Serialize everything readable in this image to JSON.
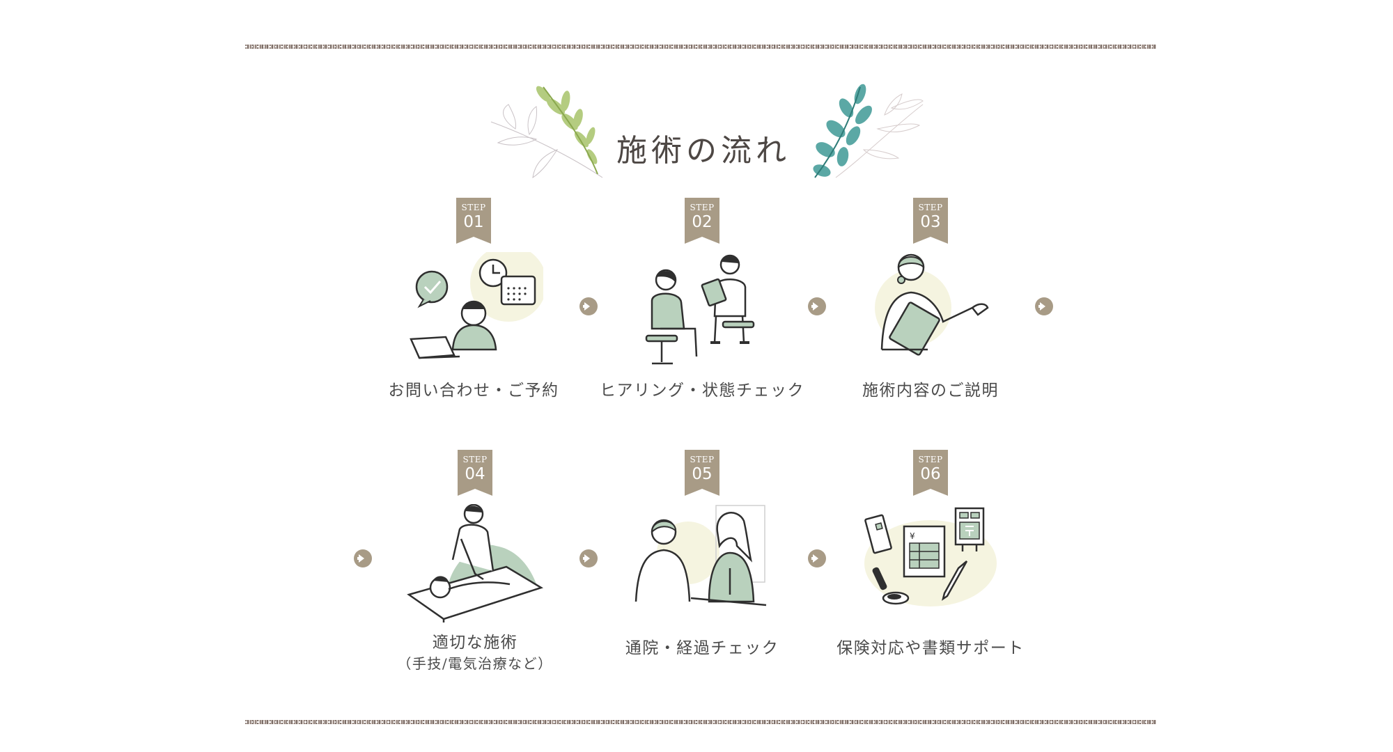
{
  "section": {
    "title": "施術の流れ"
  },
  "colors": {
    "badge": "#a89b86",
    "accent_green": "#b9d1bd",
    "line": "#2f2f2f",
    "text": "#4a4a4a"
  },
  "steps": [
    {
      "label": "STEP",
      "number": "01",
      "caption": "お問い合わせ・ご予約",
      "icon": "contact-reservation-illustration"
    },
    {
      "label": "STEP",
      "number": "02",
      "caption": "ヒアリング・状態チェック",
      "icon": "hearing-illustration"
    },
    {
      "label": "STEP",
      "number": "03",
      "caption": "施術内容のご説明",
      "icon": "explanation-illustration"
    },
    {
      "label": "STEP",
      "number": "04",
      "caption": "適切な施術",
      "sub": "（手技/電気治療など）",
      "icon": "treatment-illustration"
    },
    {
      "label": "STEP",
      "number": "05",
      "caption": "通院・経過チェック",
      "icon": "progress-check-illustration"
    },
    {
      "label": "STEP",
      "number": "06",
      "caption": "保険対応や書類サポート",
      "icon": "insurance-documents-illustration"
    }
  ],
  "arrow_icon": "arrow-right-circle-icon"
}
